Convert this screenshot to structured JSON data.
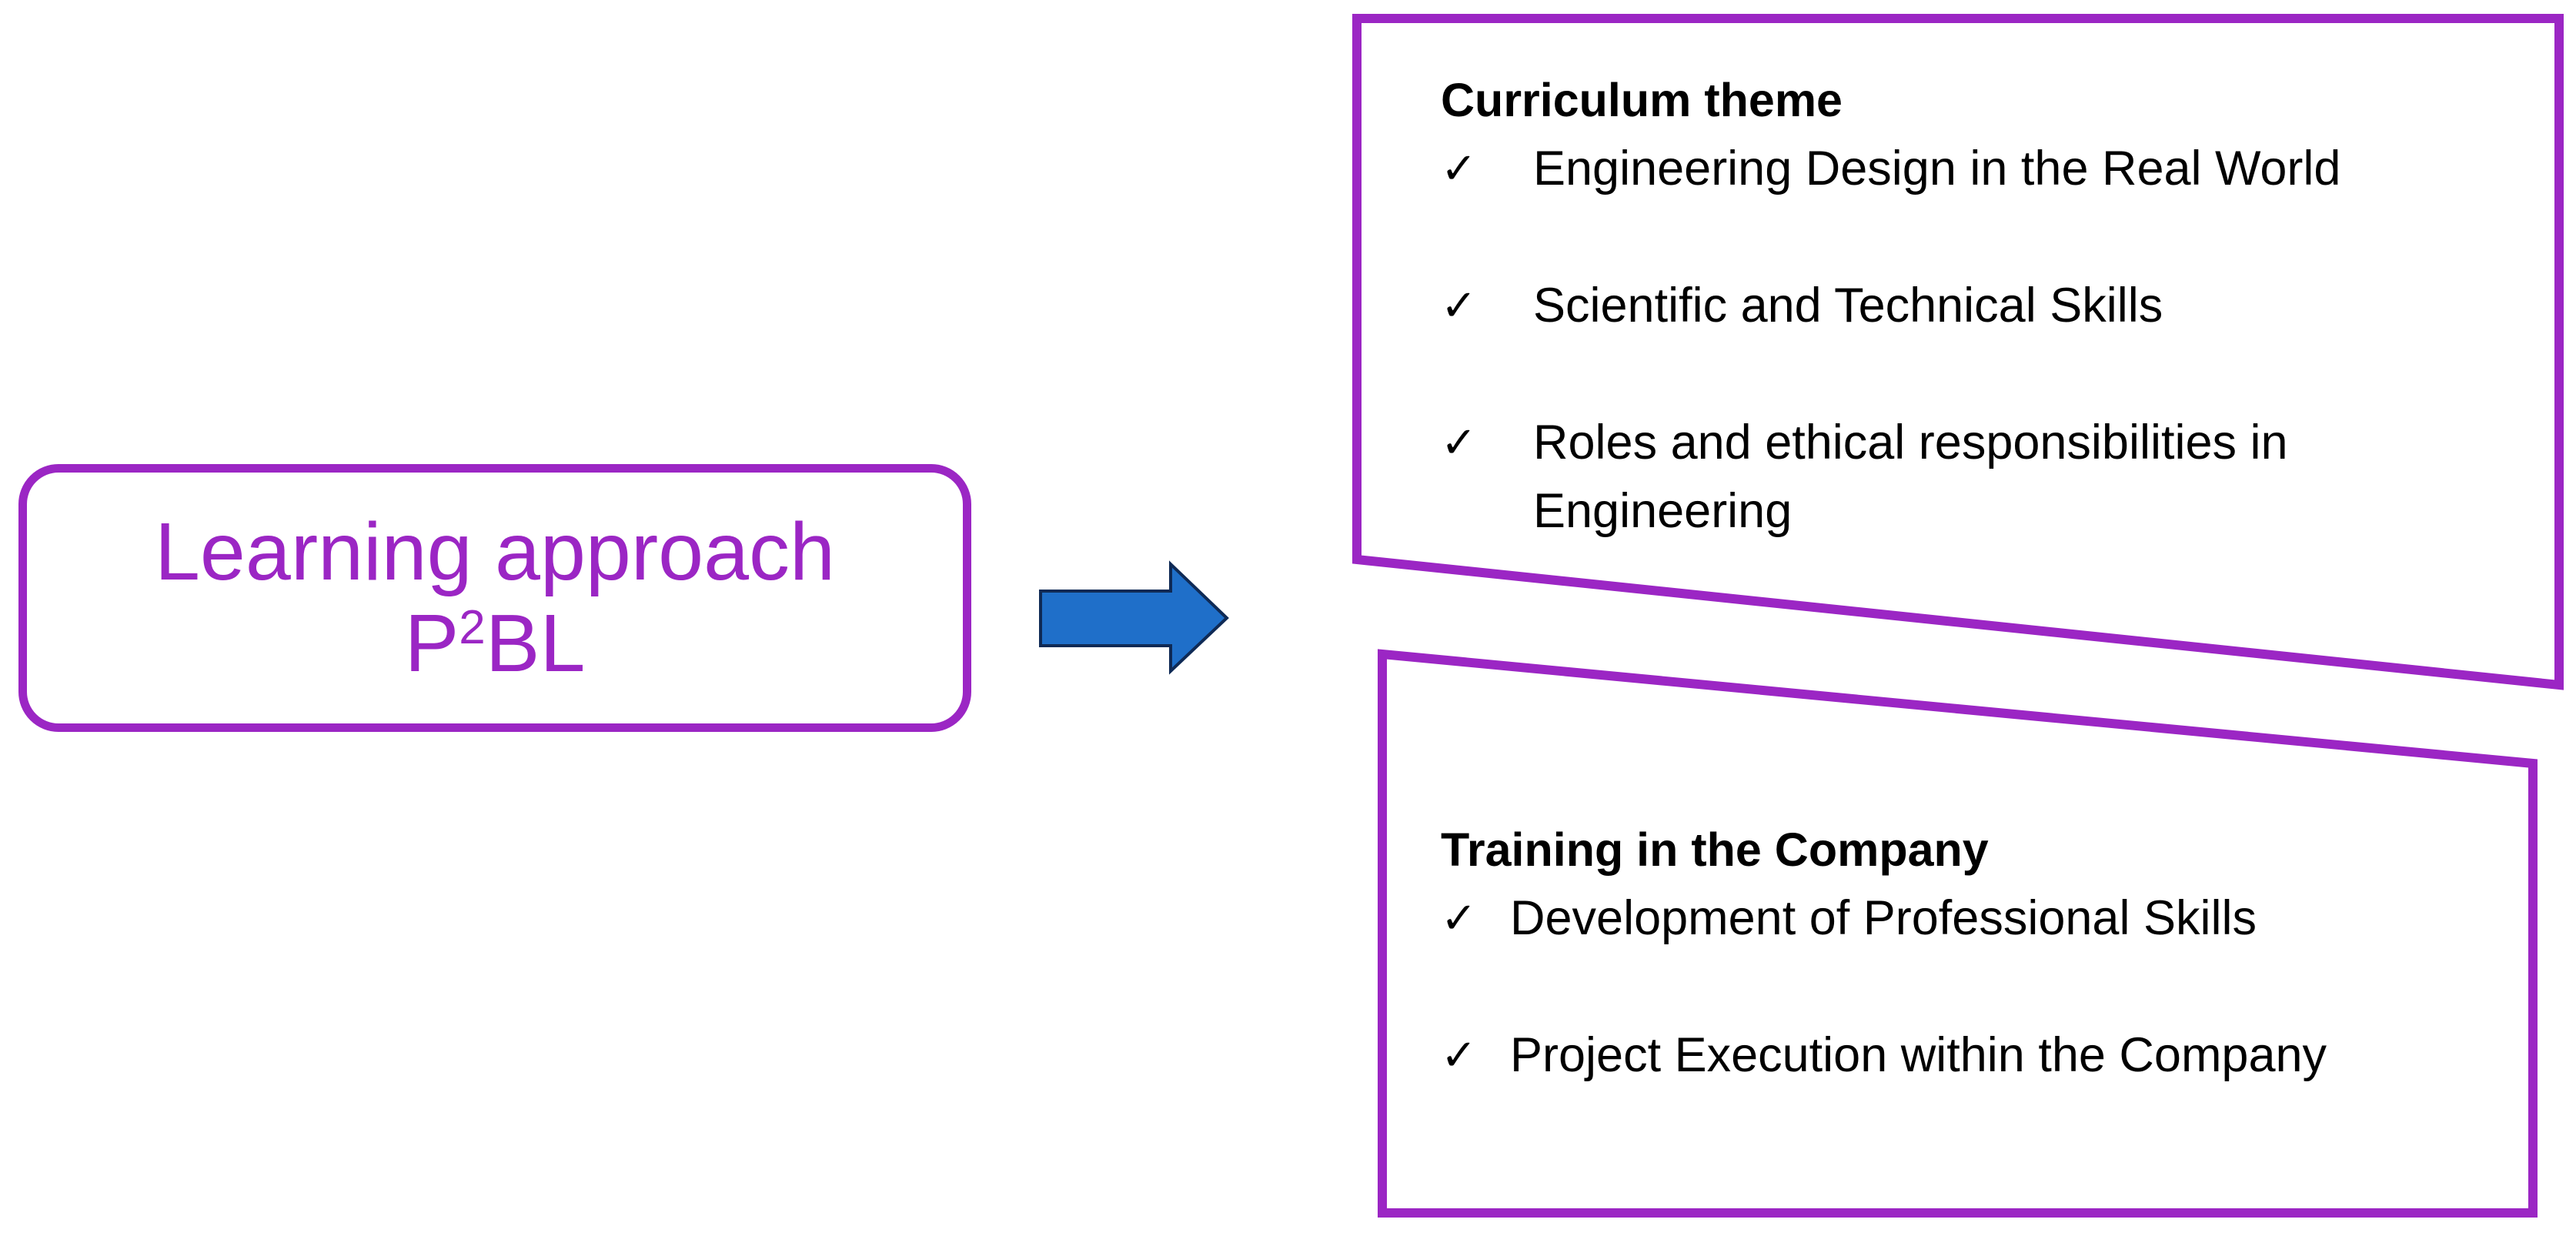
{
  "colors": {
    "accent": "#9b26c4",
    "arrow_fill": "#1f6fc9",
    "arrow_stroke": "#0f2a55",
    "text": "#000000"
  },
  "approach": {
    "line1": "Learning approach",
    "line2_prefix": "P",
    "line2_sup": "2",
    "line2_suffix": "BL"
  },
  "arrow": {
    "icon": "right-arrow-icon"
  },
  "curriculum": {
    "heading": "Curriculum theme",
    "check_glyph": "✓",
    "items": [
      "Engineering Design in the Real World",
      "Scientific and Technical Skills",
      "Roles and ethical responsibilities in Engineering"
    ]
  },
  "training": {
    "heading": "Training in the Company",
    "check_glyph": "✓",
    "items": [
      "Development of Professional Skills",
      "Project Execution within the Company"
    ]
  }
}
